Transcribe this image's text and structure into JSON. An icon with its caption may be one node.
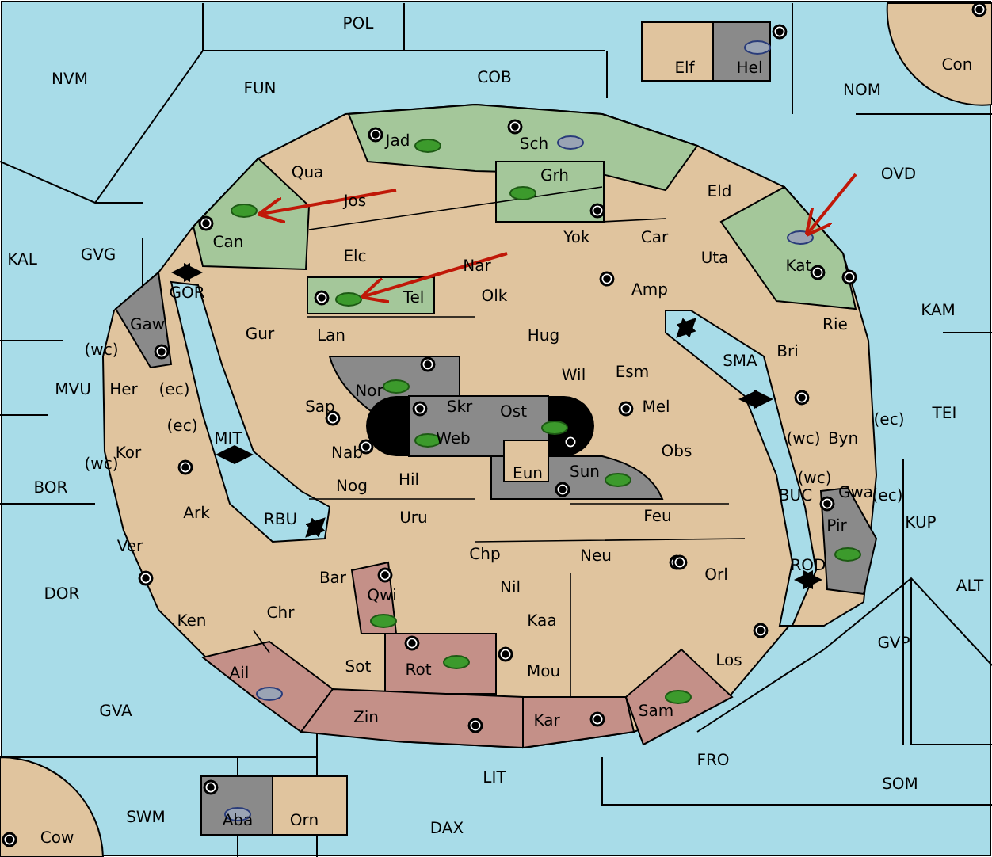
{
  "diagram": {
    "labels": [
      "POL",
      "Elf",
      "Hel",
      "Con",
      "NVM",
      "COB",
      "FUN",
      "NOM",
      "Jad",
      "Sch",
      "Qua",
      "OVD",
      "Grh",
      "Eld",
      "Jos",
      "Can",
      "Yok",
      "Car",
      "Elc",
      "GVG",
      "KAL",
      "Uta",
      "Kat",
      "Nar",
      "Amp",
      "Tel",
      "Olk",
      "GOR",
      "KAM",
      "Rie",
      "Gaw",
      "Gur",
      "Lan",
      "Hug",
      "Bri",
      "(wc)",
      "SMA",
      "Esm",
      "Wil",
      "MVU",
      "Her",
      "(ec)",
      "Nor",
      "Skr",
      "Sap",
      "Ost",
      "Mel",
      "TEI",
      "(ec)",
      "(ec)",
      "MIT",
      "(wc)",
      "Byn",
      "Kor",
      "Web",
      "Nab",
      "Obs",
      "(wc)",
      "Eun",
      "Sun",
      "Nog",
      "Hil",
      "BOR",
      "Gwa",
      "(wc)",
      "(ec)",
      "BUC",
      "Ark",
      "RBU",
      "Uru",
      "Feu",
      "Pir",
      "KUP",
      "Ver",
      "Chp",
      "Neu",
      "ROD",
      "Nil",
      "Orl",
      "ALT",
      "Bar",
      "DOR",
      "Qwi",
      "Ken",
      "Chr",
      "Kaa",
      "GVP",
      "Sot",
      "Rot",
      "Ail",
      "Los",
      "Mou",
      "Sam",
      "GVA",
      "Zin",
      "Kar",
      "FRO",
      "LIT",
      "SOM",
      "Aba",
      "Orn",
      "SWM",
      "DAX",
      "Cow"
    ]
  }
}
